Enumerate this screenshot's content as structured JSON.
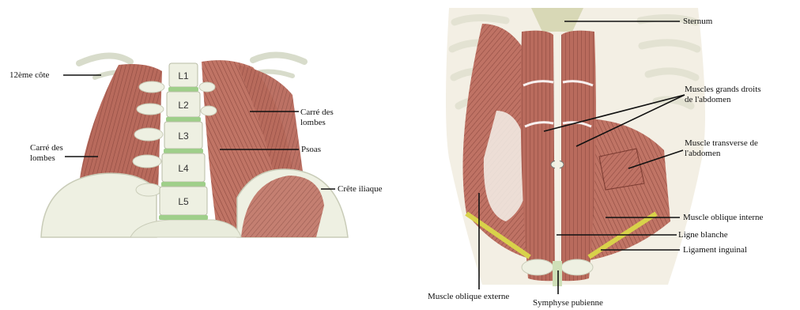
{
  "figure": {
    "left_panel": {
      "vertebrae": [
        "L1",
        "L2",
        "L3",
        "L4",
        "L5"
      ],
      "labels": {
        "rib12": "12ème côte",
        "carre_left": [
          "Carré des",
          "lombes"
        ],
        "carre_right": [
          "Carré des",
          "lombes"
        ],
        "psoas": "Psoas",
        "crete": "Crête iliaque"
      }
    },
    "right_panel": {
      "labels": {
        "sternum": "Sternum",
        "grands_droits": [
          "Muscles grands droits",
          "de l'abdomen"
        ],
        "transverse": [
          "Muscle transverse de",
          "l'abdomen"
        ],
        "oblique_interne": "Muscle oblique interne",
        "ligne_blanche": "Ligne blanche",
        "ligament": "Ligament inguinal",
        "oblique_externe": "Muscle oblique externe",
        "symphyse": "Symphyse pubienne"
      }
    },
    "colors": {
      "muscle": "#b86a5c",
      "muscle_dark": "#8e4a40",
      "bone": "#eef0e2",
      "disc": "#9fcf8a",
      "ligament": "#d8d24a"
    }
  }
}
